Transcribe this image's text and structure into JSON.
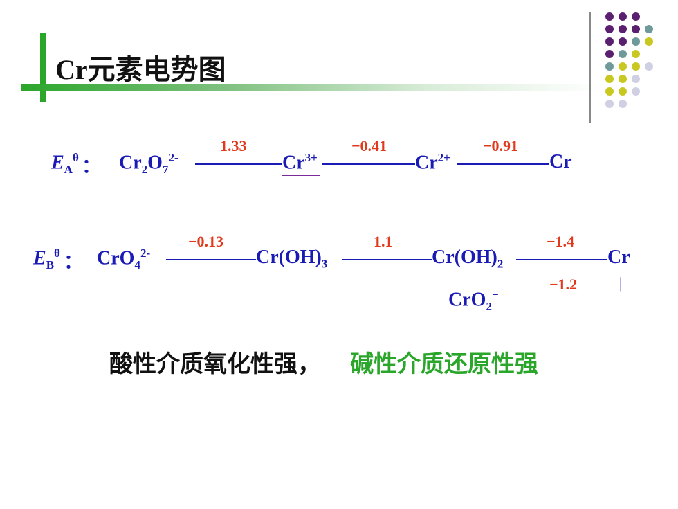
{
  "title": "Cr元素电势图",
  "acid": {
    "label_main": "E",
    "label_sub": "A",
    "label_sup": "θ",
    "colon": "：",
    "species1_main": "Cr",
    "species1_sub1": "2",
    "species1_o": "O",
    "species1_sub2": "7",
    "species1_sup": "2-",
    "species2_main": "Cr",
    "species2_sup": "3+",
    "species3_main": "Cr",
    "species3_sup": "2+",
    "species4": "Cr",
    "pot1": "1.33",
    "pot2": "−0.41",
    "pot3": "−0.91"
  },
  "base": {
    "label_main": "E",
    "label_sub": "B",
    "label_sup": "θ",
    "colon": "：",
    "species1_main": "CrO",
    "species1_sub": "4",
    "species1_sup": "2-",
    "species2_main": "Cr(OH)",
    "species2_sub": "3",
    "species3_main": "Cr(OH)",
    "species3_sub": "2",
    "species4": "Cr",
    "pot1": "−0.13",
    "pot2": "1.1",
    "pot3": "−1.4",
    "pot4": "−1.2",
    "bar": "|",
    "species5_main": "CrO",
    "species5_sub": "2",
    "species5_sup": "−"
  },
  "conclusion": {
    "part1": "酸性介质氧化性强，",
    "part2": "碱性介质还原性强"
  },
  "colors": {
    "accent_green": "#2aa62a",
    "species_blue": "#1a1ab4",
    "potential_red": "#e0391c",
    "dot_purple": "#5a1f6e",
    "dot_teal": "#6f9a9a",
    "dot_yellow": "#c8c820",
    "dot_lavender": "#d0d0e4"
  }
}
